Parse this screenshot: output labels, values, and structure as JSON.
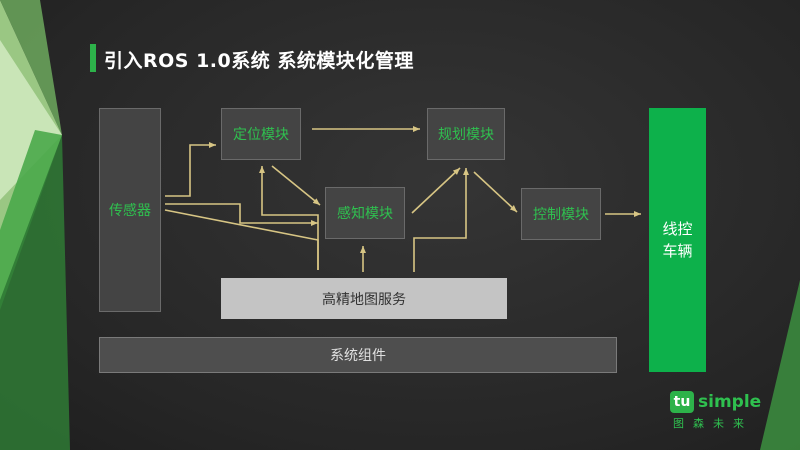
{
  "title": "引入ROS 1.0系统  系统模块化管理",
  "boxes": {
    "sensor": "传感器",
    "localization": "定位模块",
    "perception": "感知模块",
    "planning": "规划模块",
    "control": "控制模块",
    "vehicle_line1": "线控",
    "vehicle_line2": "车辆",
    "hd_map": "高精地图服务",
    "system": "系统组件"
  },
  "logo": {
    "badge": "tu",
    "word": "simple",
    "chinese": "图森未来"
  },
  "colors": {
    "accent_green": "#2db24a",
    "module_text": "#2fc04f",
    "arrow": "#d7c584",
    "vehicle_bg": "#0db14b"
  }
}
